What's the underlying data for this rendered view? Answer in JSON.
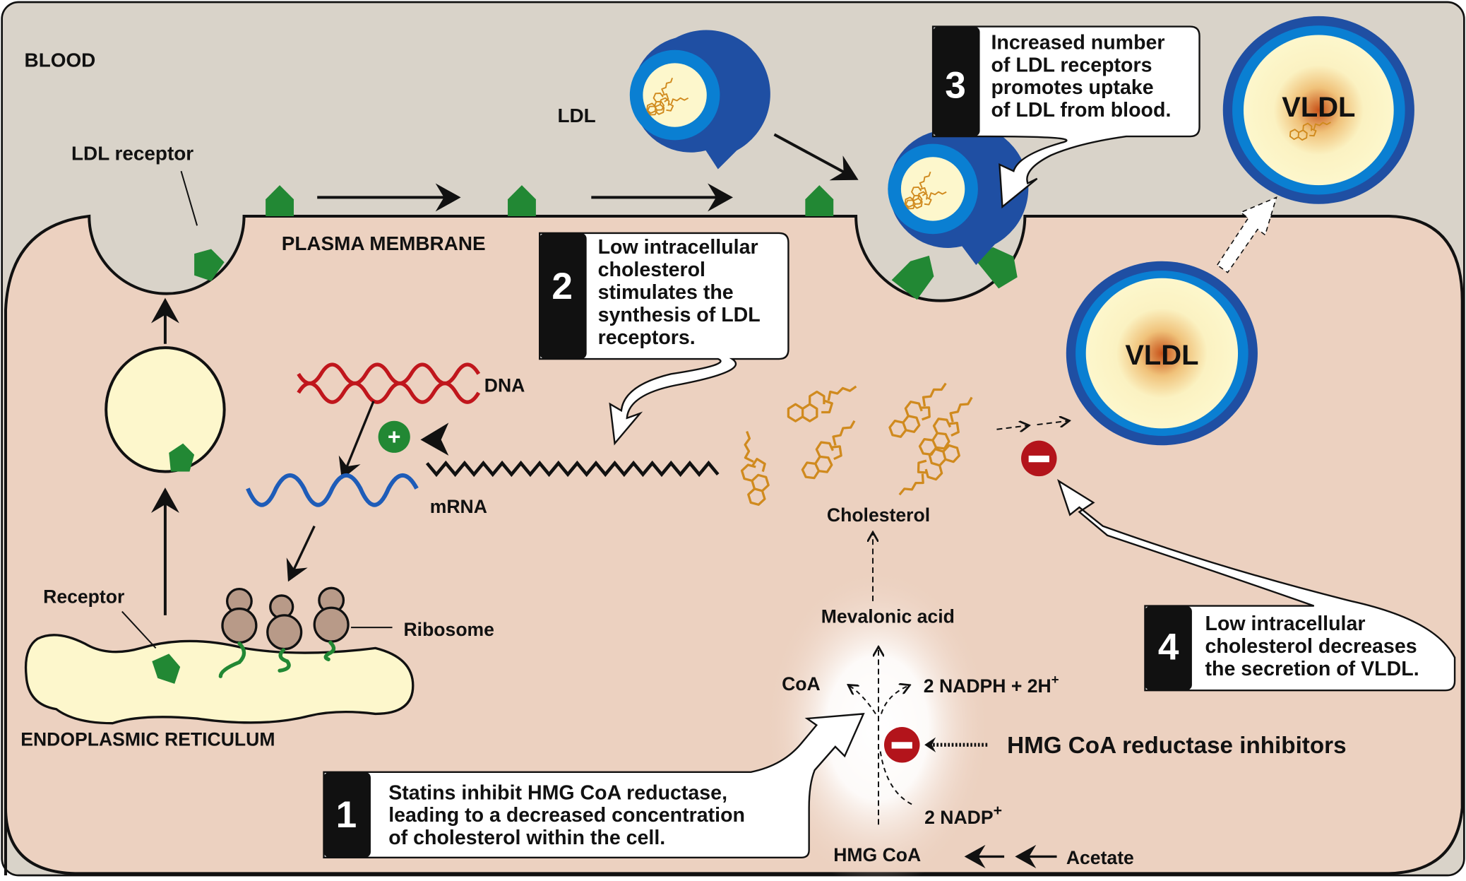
{
  "diagram": {
    "title": "Statin mechanism: LDL receptor regulation and cholesterol synthesis",
    "regions": {
      "blood": "BLOOD",
      "plasma_membrane": "PLASMA MEMBRANE",
      "endoplasmic_reticulum": "ENDOPLASMIC RETICULUM"
    },
    "labels": {
      "ldl_receptor": "LDL receptor",
      "ldl": "LDL",
      "vldl_blood": "VLDL",
      "vldl_cell": "VLDL",
      "dna": "DNA",
      "mrna": "mRNA",
      "receptor": "Receptor",
      "ribosome": "Ribosome",
      "cholesterol": "Cholesterol",
      "mevalonic_acid": "Mevalonic acid",
      "coa": "CoA",
      "nadph": "2 NADPH + 2H",
      "nadph_sup": "+",
      "nadp": "2 NADP",
      "nadp_sup": "+",
      "hmg_coa": "HMG CoA",
      "acetate": "Acetate",
      "hmg_inhibitors": "HMG CoA reductase inhibitors"
    },
    "symbols": {
      "stimulate": "+",
      "inhibit_1": "−",
      "inhibit_2": "−"
    },
    "steps": [
      {
        "number": "1",
        "lines": [
          "Statins inhibit HMG CoA reductase,",
          "leading to a decreased concentration",
          "of cholesterol within the cell."
        ]
      },
      {
        "number": "2",
        "lines": [
          "Low intracellular",
          "cholesterol",
          "stimulates the",
          "synthesis of LDL",
          "receptors."
        ]
      },
      {
        "number": "3",
        "lines": [
          "Increased number",
          "of LDL receptors",
          "promotes uptake",
          "of LDL from blood."
        ]
      },
      {
        "number": "4",
        "lines": [
          "Low intracellular",
          "cholesterol decreases",
          "the secretion of VLDL."
        ]
      }
    ],
    "colors": {
      "blood_bg": "#d9d3c9",
      "cell_bg": "#ecd1c0",
      "receptor_green": "#228834",
      "lipoprotein_dark_blue": "#1f4fa3",
      "lipoprotein_light_blue": "#0a7fd2",
      "core_yellow": "#fdf7cc",
      "cholesterol_orange": "#d08a1e",
      "dna_red": "#c0161c",
      "mrna_blue": "#1e5cb8",
      "inhibit_red": "#b3141b",
      "ribosome_brown": "#b89a88"
    }
  }
}
